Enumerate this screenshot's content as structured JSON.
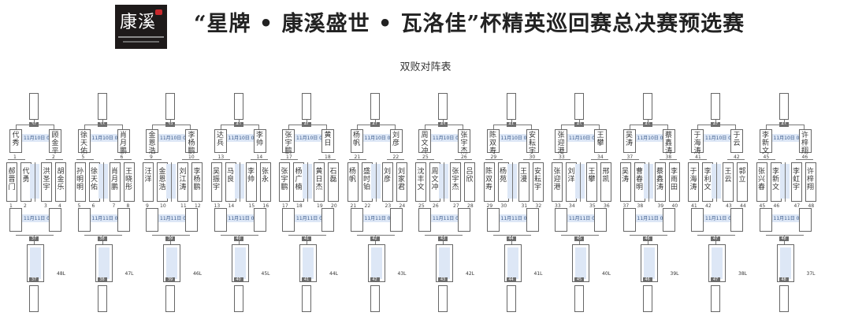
{
  "header": {
    "title": "“星牌 • 康溪盛世 • 瓦洛佳”杯精英巡回赛总决赛预选赛",
    "subtitle": "双败对阵表",
    "logo_text": "康溪"
  },
  "time_top": "11月10日 00",
  "time_bottom": "11月11日 00",
  "blocks": [
    {
      "top_no": "37",
      "loser_tag": "48L",
      "players": [
        {
          "name": "代秀",
          "no": "1"
        },
        {
          "name": "顾金平",
          "no": "2"
        },
        {
          "name": "郝晋门",
          "no": "1"
        },
        {
          "name": "代勇",
          "no": "2"
        },
        {
          "name": "洪圣宇",
          "no": "3"
        },
        {
          "name": "胡金乐",
          "no": "4"
        }
      ]
    },
    {
      "top_no": "38",
      "loser_tag": "47L",
      "players": [
        {
          "name": "徐天佑",
          "no": "5"
        },
        {
          "name": "肖月鹏",
          "no": "6"
        },
        {
          "name": "孙明明",
          "no": "5"
        },
        {
          "name": "徐天佑",
          "no": "6"
        },
        {
          "name": "肖月鹏",
          "no": "7"
        },
        {
          "name": "王晓彤",
          "no": "8"
        }
      ]
    },
    {
      "top_no": "39",
      "loser_tag": "46L",
      "players": [
        {
          "name": "金恩浩",
          "no": "9"
        },
        {
          "name": "李杨鹏",
          "no": "10"
        },
        {
          "name": "汪洋",
          "no": "9"
        },
        {
          "name": "金恩浩",
          "no": "10"
        },
        {
          "name": "刘江涛",
          "no": "11"
        },
        {
          "name": "李杨鹏",
          "no": "12"
        }
      ]
    },
    {
      "top_no": "40",
      "loser_tag": "45L",
      "players": [
        {
          "name": "达兵",
          "no": "13"
        },
        {
          "name": "李帅",
          "no": "14"
        },
        {
          "name": "吴振宇",
          "no": "13"
        },
        {
          "name": "马良",
          "no": "14"
        },
        {
          "name": "李帅",
          "no": "15"
        },
        {
          "name": "张永",
          "no": "16"
        }
      ]
    },
    {
      "top_no": "41",
      "loser_tag": "44L",
      "players": [
        {
          "name": "张宇鹏",
          "no": "17"
        },
        {
          "name": "黄日",
          "no": "18"
        },
        {
          "name": "张宇鹏",
          "no": "17"
        },
        {
          "name": "杨广楠",
          "no": "18"
        },
        {
          "name": "黄日杰",
          "no": "19"
        },
        {
          "name": "石磊",
          "no": "20"
        }
      ]
    },
    {
      "top_no": "42",
      "loser_tag": "43L",
      "players": [
        {
          "name": "杨帆",
          "no": "21"
        },
        {
          "name": "刘彦",
          "no": "22"
        },
        {
          "name": "杨帆",
          "no": "21"
        },
        {
          "name": "盛时铂",
          "no": "22"
        },
        {
          "name": "刘彦",
          "no": "23"
        },
        {
          "name": "刘家君",
          "no": "24"
        }
      ]
    },
    {
      "top_no": "43",
      "loser_tag": "42L",
      "players": [
        {
          "name": "周文冲",
          "no": "25"
        },
        {
          "name": "张宇杰",
          "no": "26"
        },
        {
          "name": "沈丰文",
          "no": "25"
        },
        {
          "name": "周文冲",
          "no": "26"
        },
        {
          "name": "张宇杰",
          "no": "27"
        },
        {
          "name": "吕欣",
          "no": "28"
        }
      ]
    },
    {
      "top_no": "44",
      "loser_tag": "41L",
      "players": [
        {
          "name": "陈双寿",
          "no": "29"
        },
        {
          "name": "安耘宇",
          "no": "30"
        },
        {
          "name": "陈双寿",
          "no": "29"
        },
        {
          "name": "杨苑",
          "no": "30"
        },
        {
          "name": "王漫",
          "no": "31"
        },
        {
          "name": "安耘宇",
          "no": "32"
        }
      ]
    },
    {
      "top_no": "45",
      "loser_tag": "40L",
      "players": [
        {
          "name": "张迎港",
          "no": "33"
        },
        {
          "name": "王攀",
          "no": "34"
        },
        {
          "name": "张迎港",
          "no": "33"
        },
        {
          "name": "刘洋",
          "no": "34"
        },
        {
          "name": "王攀",
          "no": "35"
        },
        {
          "name": "邢凯",
          "no": "36"
        }
      ]
    },
    {
      "top_no": "46",
      "loser_tag": "39L",
      "players": [
        {
          "name": "吴涛",
          "no": "37"
        },
        {
          "name": "蔡鑫涛",
          "no": "38"
        },
        {
          "name": "吴涛",
          "no": "37"
        },
        {
          "name": "曹春明",
          "no": "38"
        },
        {
          "name": "蔡鑫涛",
          "no": "39"
        },
        {
          "name": "李雨田",
          "no": "40"
        }
      ]
    },
    {
      "top_no": "47",
      "loser_tag": "38L",
      "players": [
        {
          "name": "于海涛",
          "no": "41"
        },
        {
          "name": "于云",
          "no": "42"
        },
        {
          "name": "于海涛",
          "no": "41"
        },
        {
          "name": "李利文",
          "no": "42"
        },
        {
          "name": "王云",
          "no": "43"
        },
        {
          "name": "郭立",
          "no": "44"
        }
      ]
    },
    {
      "top_no": "48",
      "loser_tag": "37L",
      "players": [
        {
          "name": "李新文",
          "no": "45"
        },
        {
          "name": "许梓翔",
          "no": "46"
        },
        {
          "name": "张兴春",
          "no": "45"
        },
        {
          "name": "李新文",
          "no": "46"
        },
        {
          "name": "李虹宇",
          "no": "47"
        },
        {
          "name": "许梓翔",
          "no": "48"
        }
      ]
    }
  ]
}
